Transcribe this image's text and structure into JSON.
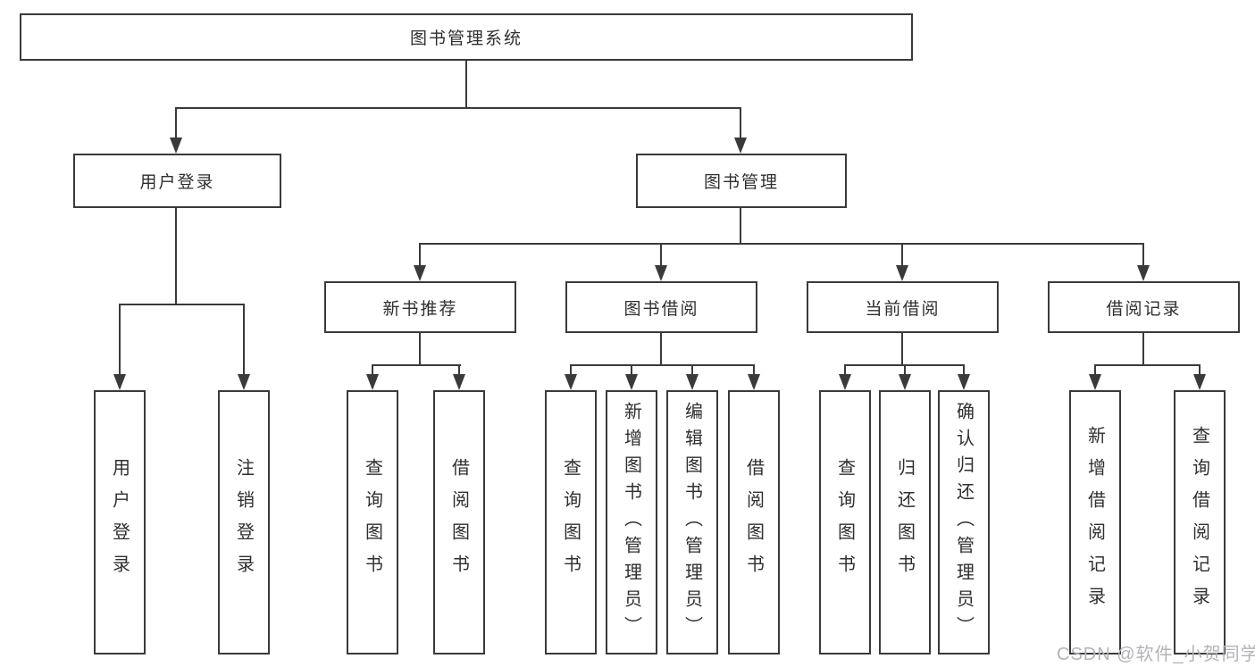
{
  "diagram": {
    "root": {
      "label": "图书管理系统"
    },
    "branches": [
      {
        "label": "用户登录",
        "children": [
          {
            "label": "用户登录"
          },
          {
            "label": "注销登录"
          }
        ]
      },
      {
        "label": "图书管理",
        "children": [
          {
            "label": "新书推荐",
            "children": [
              {
                "label": "查询图书"
              },
              {
                "label": "借阅图书"
              }
            ]
          },
          {
            "label": "图书借阅",
            "children": [
              {
                "label": "查询图书"
              },
              {
                "label": "新增图书（管理员）"
              },
              {
                "label": "编辑图书（管理员）"
              },
              {
                "label": "借阅图书"
              }
            ]
          },
          {
            "label": "当前借阅",
            "children": [
              {
                "label": "查询图书"
              },
              {
                "label": "归还图书"
              },
              {
                "label": "确认归还（管理员）"
              }
            ]
          },
          {
            "label": "借阅记录",
            "children": [
              {
                "label": "新增借阅记录"
              },
              {
                "label": "查询借阅记录"
              }
            ]
          }
        ]
      }
    ],
    "watermark": "CSDN @软件_小贺同学"
  },
  "colors": {
    "line": "#3a3a3a",
    "text": "#2f2f2f",
    "watermark": "#b3b3b8",
    "bg": "#ffffff"
  }
}
